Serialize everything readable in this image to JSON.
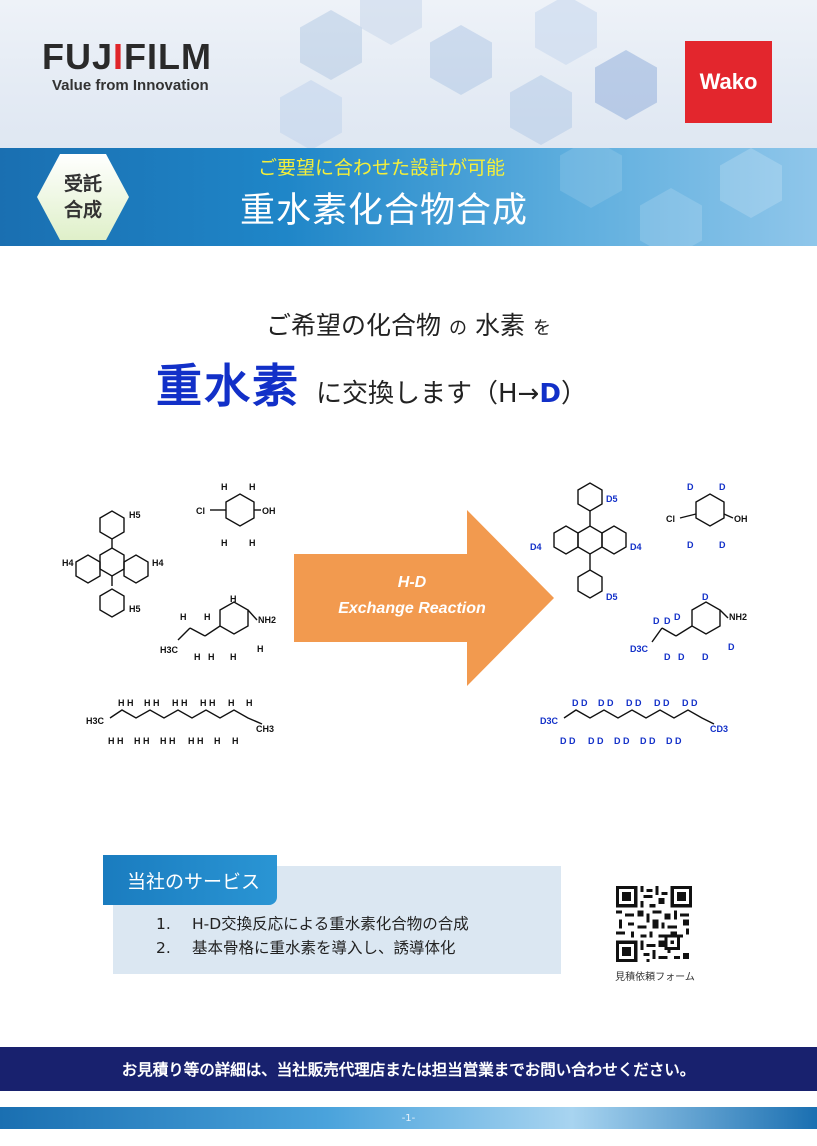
{
  "header": {
    "brand_left": "FUJIFILM",
    "brand_left_tagline": "Value from Innovation",
    "brand_right": "Wako",
    "badge_line1": "受託",
    "badge_line2": "合成",
    "subtitle": "ご要望に合わせた設計が可能",
    "title": "重水素化合物合成"
  },
  "headline": {
    "line1_a": "ご希望の化合物",
    "line1_b": "の",
    "line1_c": "水素",
    "line1_d": "を",
    "line2_big": "重水素",
    "line2_rest": "に交換します（H→",
    "line2_d": "D",
    "line2_close": "）"
  },
  "reaction": {
    "arrow_line1": "H-D",
    "arrow_line2": "Exchange Reaction",
    "colors": {
      "arrow": "#f29a4f",
      "deuterium": "#1230c8"
    }
  },
  "services": {
    "tab_label": "当社のサービス",
    "items": [
      {
        "num": "1.",
        "text": "H-D交換反応による重水素化合物の合成"
      },
      {
        "num": "2.",
        "text": "基本骨格に重水素を導入し、誘導体化"
      }
    ]
  },
  "qr": {
    "caption": "見積依頼フォーム"
  },
  "footer": {
    "notice": "お見積り等の詳細は、当社販売代理店または担当営業までお問い合わせください。",
    "page": "-1-"
  }
}
